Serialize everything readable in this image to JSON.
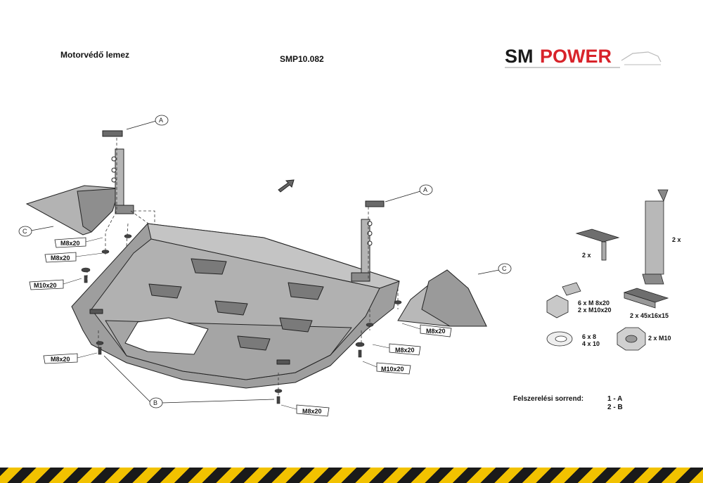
{
  "header": {
    "title": "Motorvédő lemez",
    "code": "SMP10.082"
  },
  "logo": {
    "text_sm": "SM",
    "text_power": "POWER",
    "color_sm": "#1a1a1a",
    "color_power": "#d8232a"
  },
  "callouts": {
    "a1": "A",
    "a2": "A",
    "b": "B",
    "c1": "C",
    "c2": "C"
  },
  "bolt_labels": {
    "l1": "M8x20",
    "l2": "M8x20",
    "l3": "M10x20",
    "l4": "M8x20",
    "l5": "M8x20",
    "r1": "M8x20",
    "r2": "M8x20",
    "r3": "M10x20"
  },
  "parts": {
    "clamp_qty": "2 x",
    "bracket_qty": "2 x",
    "plate_qty": "2 x  45x16x15",
    "bolts_1": "6 x  M  8x20",
    "bolts_2": "2 x  M10x20",
    "washers_1": "6   x    8",
    "washers_2": "4   x   10",
    "nuts": "2 x    M10"
  },
  "sequence": {
    "label": "Felszerelési sorrend:",
    "step1": "1 - A",
    "step2": "2 - B"
  },
  "hazard_colors": {
    "yellow": "#f2c200",
    "black": "#1a1a1a"
  }
}
